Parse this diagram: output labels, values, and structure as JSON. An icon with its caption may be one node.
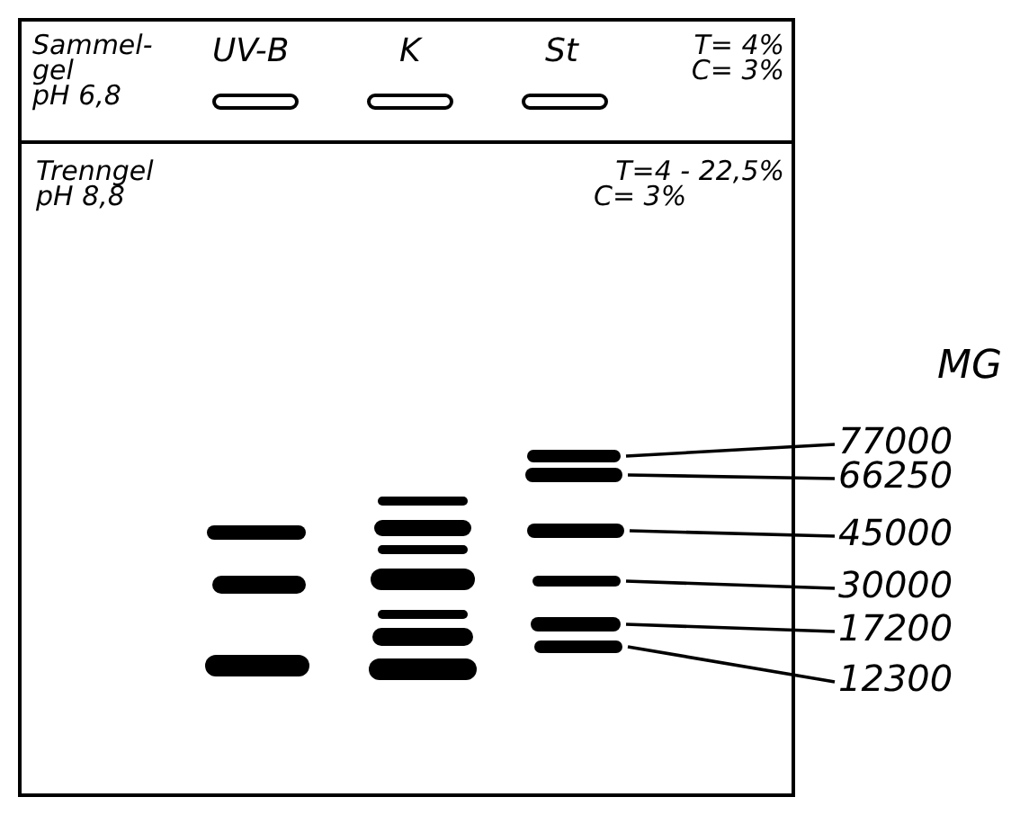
{
  "diagram": {
    "nodes": [
      {
        "text": [
          "Sammel- gel",
          "pH 6,8",
          "T= 4%",
          "C= 3%"
        ]
      },
      {
        "text": [
          "Trenngel",
          "pH 8,8",
          "T=4 - 22,5%",
          "C= 3%"
        ]
      },
      {
        "text": [],
        "shape": "bar",
        "in": 1
      },
      {
        "text": [],
        "shape": "bar",
        "in": 1
      },
      {
        "text": [],
        "shape": "bar",
        "in": 1
      },
      {
        "text": [],
        "shape": "bar",
        "in": 1
      },
      {
        "text": [],
        "shape": "bar",
        "in": 1
      },
      {
        "text": [],
        "shape": "bar",
        "in": 1
      },
      {
        "text": [
          "77000"
        ]
      },
      {
        "text": [
          "66250"
        ]
      },
      {
        "text": [
          "45000"
        ]
      },
      {
        "text": [
          "30000"
        ]
      },
      {
        "text": [
          "17200"
        ]
      },
      {
        "text": [
          "12300"
        ]
      }
    ],
    "edges": [
      {
        "from": 8,
        "to": 2,
        "arrow": "none"
      },
      {
        "from": 9,
        "to": 3,
        "arrow": "none"
      },
      {
        "from": 10,
        "to": 4,
        "arrow": "none"
      },
      {
        "from": 11,
        "to": 5,
        "arrow": "none"
      },
      {
        "from": 12,
        "to": 6,
        "arrow": "none"
      },
      {
        "from": 13,
        "to": 7,
        "arrow": "none"
      }
    ],
    "labels": [
      "UV-B",
      "K",
      "St",
      "MG"
    ]
  }
}
